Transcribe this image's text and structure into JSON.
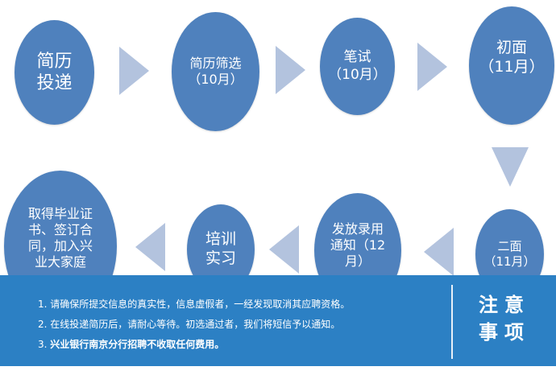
{
  "steps": [
    {
      "label": "简历投递",
      "lines": [
        "简历",
        "投递"
      ]
    },
    {
      "label": "简历筛选（10月）",
      "lines": [
        "简历筛选",
        "（10月）"
      ]
    },
    {
      "label": "笔试（10月）",
      "lines": [
        "笔试",
        "（10月）"
      ]
    },
    {
      "label": "初面（11月）",
      "lines": [
        "初面",
        "（11月）"
      ]
    },
    {
      "label": "二面（11月）",
      "lines": [
        "二面",
        "（11月）"
      ]
    },
    {
      "label": "发放录用通知（12月）",
      "lines": [
        "发放录用",
        "通知（12",
        "月）"
      ]
    },
    {
      "label": "培训实习",
      "lines": [
        "培训",
        "实习"
      ]
    },
    {
      "label": "取得毕业证书、签订合同，加入兴业大家庭",
      "lines": [
        "取得毕业证",
        "书、签订合",
        "同，加入兴",
        "业大家庭"
      ]
    }
  ],
  "notice": {
    "title_lines": [
      "注意",
      "事项"
    ],
    "items": [
      "1. 请确保所提交信息的真实性，信息虚假者，一经发现取消其应聘资格。",
      "2. 在线投递简历后，请耐心等待。初选通过者，我们将短信予以通知。"
    ],
    "item3_prefix": "3. ",
    "item3_bold": "兴业银行南京分行招聘不收取任何费用。"
  },
  "colors": {
    "node": "#4f81bd",
    "arrow": "#b3c3de",
    "banner": "#2c80c4"
  }
}
